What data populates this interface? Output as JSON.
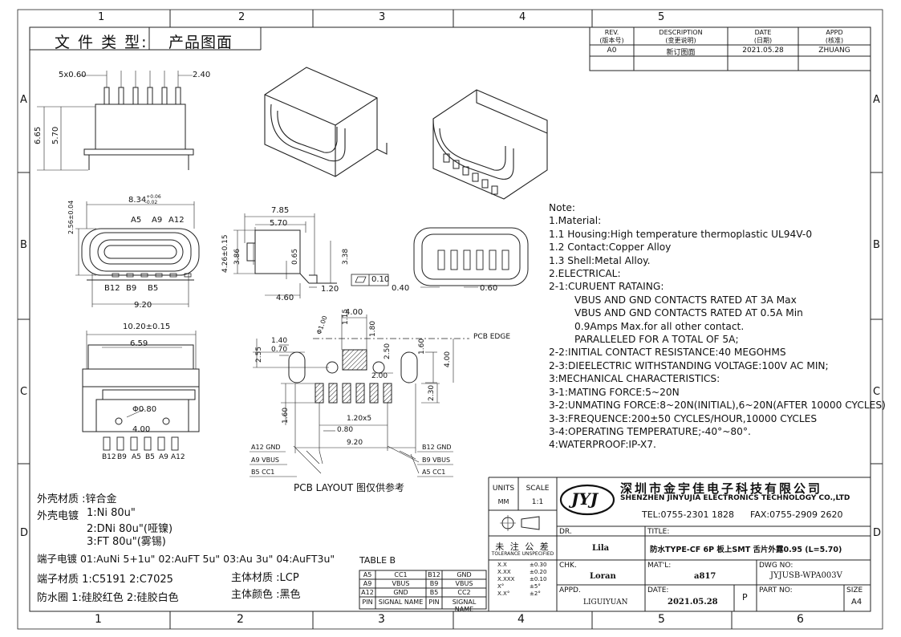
{
  "grid": {
    "top_cols": [
      "1",
      "2",
      "3",
      "4",
      "5"
    ],
    "bottom_cols": [
      "1",
      "2",
      "3",
      "4",
      "5",
      "6"
    ],
    "rows": [
      "A",
      "B",
      "C",
      "D"
    ]
  },
  "header": {
    "doc_type_label": "文 件 类 型:",
    "doc_type_value": "产品图面"
  },
  "revision": {
    "col_rev": "REV.",
    "col_rev_cn": "(版本号)",
    "col_desc": "DESCRIPTION",
    "col_desc_cn": "(变更说明)",
    "col_date": "DATE",
    "col_date_cn": "(日期)",
    "col_appd": "APPD",
    "col_appd_cn": "(核准)",
    "rev": "A0",
    "desc": "新订图面",
    "date": "2021.05.28",
    "appd": "ZHUANG"
  },
  "dims": {
    "top_pitch": "5x0.60",
    "top_width": "2.40",
    "h_total": "6.65",
    "h_body": "5.70",
    "b_width": "8.34",
    "b_width_tol_up": "+0.06",
    "b_width_tol_dn": "-0.02",
    "b_height": "2.56±0.04",
    "b_pins_top": [
      "A5",
      "A9",
      "A12"
    ],
    "b_pins_bot": [
      "B12",
      "B9",
      "B5"
    ],
    "b_total": "9.20",
    "s_785": "7.85",
    "s_570": "5.70",
    "s_426": "4.26±0.15",
    "s_386": "3.86",
    "s_065": "0.65",
    "s_338": "3.38",
    "s_460": "4.60",
    "s_120": "1.20",
    "s_flat": "0.10",
    "e_040": "0.40",
    "e_060": "0.60",
    "c_1020": "10.20±0.15",
    "c_659": "6.59",
    "c_080": "Φ0.80",
    "c_400": "4.00",
    "c_pins": [
      "B12",
      "B9",
      "A5",
      "B5",
      "A9",
      "A12"
    ],
    "p_400": "4.00",
    "p_115": "1.15",
    "p_180": "1.80",
    "p_phi": "Φ1.00",
    "p_edge": "PCB EDGE",
    "p_255": "2.55",
    "p_140": "1.40",
    "p_070": "0.70",
    "p_250": "2.50",
    "p_160": "1.60",
    "p_400v": "4.00",
    "p_200": "2.00",
    "p_230": "2.30",
    "p_160b": "1.60",
    "p_120x5": "1.20x5",
    "p_080": "0.80",
    "p_920": "9.20",
    "p_lbl_left": [
      "A12 GND",
      "A9 VBUS",
      "B5 CC1"
    ],
    "p_lbl_right": [
      "B12 GND",
      "B9 VBUS",
      "A5 CC1"
    ],
    "pcb_caption": "PCB LAYOUT 图仅供参考"
  },
  "notes": [
    "Note:",
    "1.Material:",
    "1.1 Housing:High temperature thermoplastic UL94V-0",
    "1.2 Contact:Copper Alloy",
    "1.3 Shell:Metal Alloy.",
    "2.ELECTRICAL:",
    "2-1:CURUENT RATAING:",
    "VBUS AND GND CONTACTS RATED AT 3A Max",
    "VBUS AND GND CONTACTS RATED AT 0.5A Min",
    "0.9Amps Max.for all other contact.",
    "PARALLELED FOR A TOTAL OF 5A;",
    "2-2:INITIAL CONTACT RESISTANCE:40 MEGOHMS",
    "2-3:DIEELECTRIC WITHSTANDING VOLTAGE:100V AC MIN;",
    "3:MECHANICAL CHARACTERISTICS:",
    "3-1:MATING FORCE:5~20N",
    "3-2:UNMATING FORCE:8~20N(INITIAL),6~20N(AFTER 10000 CYCLES)",
    "3-3:FREQUENCE:200±50 CYCLES/HOUR,10000 CYCLES",
    "3-4:OPERATING TEMPERATURE;-40°~80°.",
    "4:WATERPROOF:IP-X7."
  ],
  "specs": {
    "shell_material": "外壳材质 :锌合金",
    "plating_label": "外壳电镀",
    "plating_1": "1:Ni 80u\"",
    "plating_2": "2:DNi 80u\"(哑镍)",
    "plating_3": "3:FT 80u\"(雾锡)",
    "terminal_plating": "端子电镀 01:AuNi 5+1u\" 02:AuFT 5u\" 03:Au 3u\" 04:AuFT3u\"",
    "terminal_material": "端子材质 1:C5191 2:C7025",
    "body_material": "主体材质 :LCP",
    "waterproof": "防水圈 1:硅胶红色 2:硅胶白色",
    "body_color": "主体颜色 :黑色"
  },
  "table_b": {
    "title": "TABLE B",
    "rows": [
      [
        "A5",
        "CC1",
        "B12",
        "GND"
      ],
      [
        "A9",
        "VBUS",
        "B9",
        "VBUS"
      ],
      [
        "A12",
        "GND",
        "B5",
        "CC2"
      ]
    ],
    "header": [
      "PIN",
      "SIGNAL NAME",
      "PIN",
      "SIGNAL NAME"
    ]
  },
  "title_block": {
    "units_label": "UNITS",
    "units": "MM",
    "scale_label": "SCALE",
    "scale": "1:1",
    "logo": "JYJ",
    "company_cn": "深圳市金宇佳电子科技有限公司",
    "company_en": "SHENZHEN JINYUJIA ELECTRONICS TECHNOLOGY CO.,LTD",
    "tel": "TEL:0755-2301 1828",
    "fax": "FAX:0755-2909 2620",
    "tol_title": "未 注 公 差",
    "tol_sub": "TOLERANCE UNSPECIFIED",
    "tol_rows": [
      [
        "X.X",
        "±0.30"
      ],
      [
        "X.XX",
        "±0.20"
      ],
      [
        "X.XXX",
        "±0.10"
      ],
      [
        "X°",
        "±5°"
      ],
      [
        "X.X°",
        "±2°"
      ]
    ],
    "dr_label": "DR.",
    "dr": "Lila",
    "title_label": "TITLE:",
    "title": "防水TYPE-CF 6P 板上SMT 舌片外露0.95 (L=5.70)",
    "chk_label": "CHK.",
    "chk": "Loran",
    "mat_label": "MAT'L:",
    "mat": "a817",
    "dwg_label": "DWG NO:",
    "dwg": "JYJUSB-WPA003V",
    "appd_label": "APPD.",
    "appd": "LIGUIYUAN",
    "date_label": "DATE:",
    "date": "2021.05.28",
    "p": "P",
    "part_label": "PART NO:",
    "size_label": "SIZE",
    "size": "A4"
  }
}
